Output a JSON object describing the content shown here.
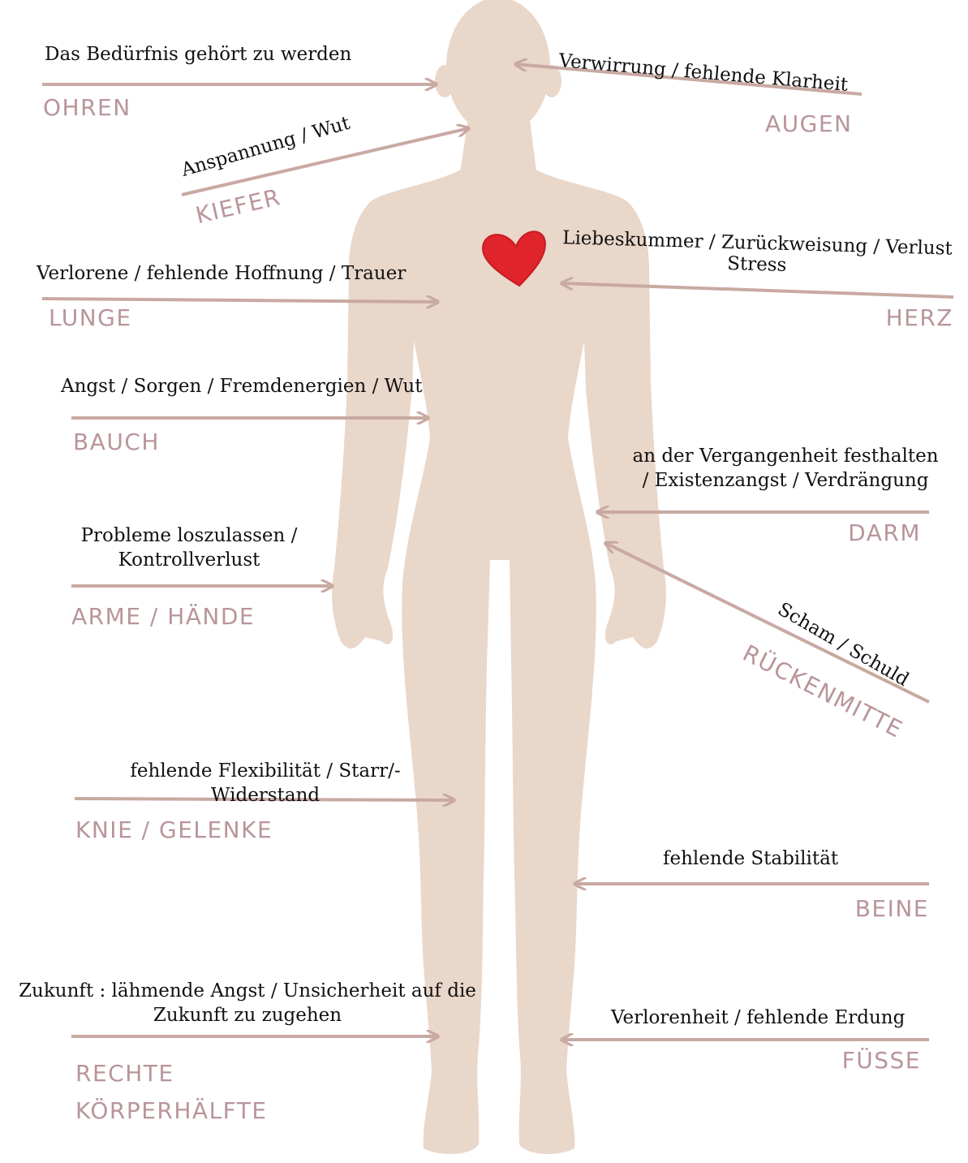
{
  "colors": {
    "body": "#e9d7ca",
    "arrow": "#c9a9a3",
    "organ_label": "#b8959a",
    "heart": "#e0242c",
    "text": "#111111"
  },
  "labels": {
    "ohren": {
      "organ": "OHREN",
      "desc": [
        "Das Bedürfnis gehört zu werden"
      ]
    },
    "augen": {
      "organ": "AUGEN",
      "desc": [
        "Verwirrung / fehlende Klarheit"
      ]
    },
    "kiefer": {
      "organ": "KIEFER",
      "desc": [
        "Anspannung / Wut"
      ]
    },
    "lunge": {
      "organ": "LUNGE",
      "desc": [
        "Verlorene / fehlende Hoffnung / Trauer"
      ]
    },
    "herz": {
      "organ": "HERZ",
      "desc": [
        "Liebeskummer / Zurückweisung / Verlust",
        "Stress"
      ]
    },
    "bauch": {
      "organ": "BAUCH",
      "desc": [
        "Angst / Sorgen / Fremdenergien / Wut"
      ]
    },
    "darm": {
      "organ": "DARM",
      "desc": [
        "an der Vergangenheit festhalten",
        "/ Existenzangst / Verdrängung"
      ]
    },
    "arme": {
      "organ": "ARME / HÄNDE",
      "desc": [
        "Probleme loszulassen /",
        "Kontrollverlust"
      ]
    },
    "ruecken": {
      "organ": "RÜCKENMITTE",
      "desc": [
        "Scham / Schuld"
      ]
    },
    "knie": {
      "organ": "KNIE / GELENKE",
      "desc": [
        "fehlende Flexibilität / Starr/-",
        "Widerstand"
      ]
    },
    "beine": {
      "organ": "BEINE",
      "desc": [
        "fehlende Stabilität"
      ]
    },
    "rechte": {
      "organ": [
        "RECHTE",
        "KÖRPERHÄLFTE"
      ],
      "desc": [
        "Zukunft : lähmende Angst / Unsicherheit auf die",
        "Zukunft zu zugehen"
      ]
    },
    "fuesse": {
      "organ": "FÜSSE",
      "desc": [
        "Verlorenheit / fehlende Erdung"
      ]
    }
  }
}
